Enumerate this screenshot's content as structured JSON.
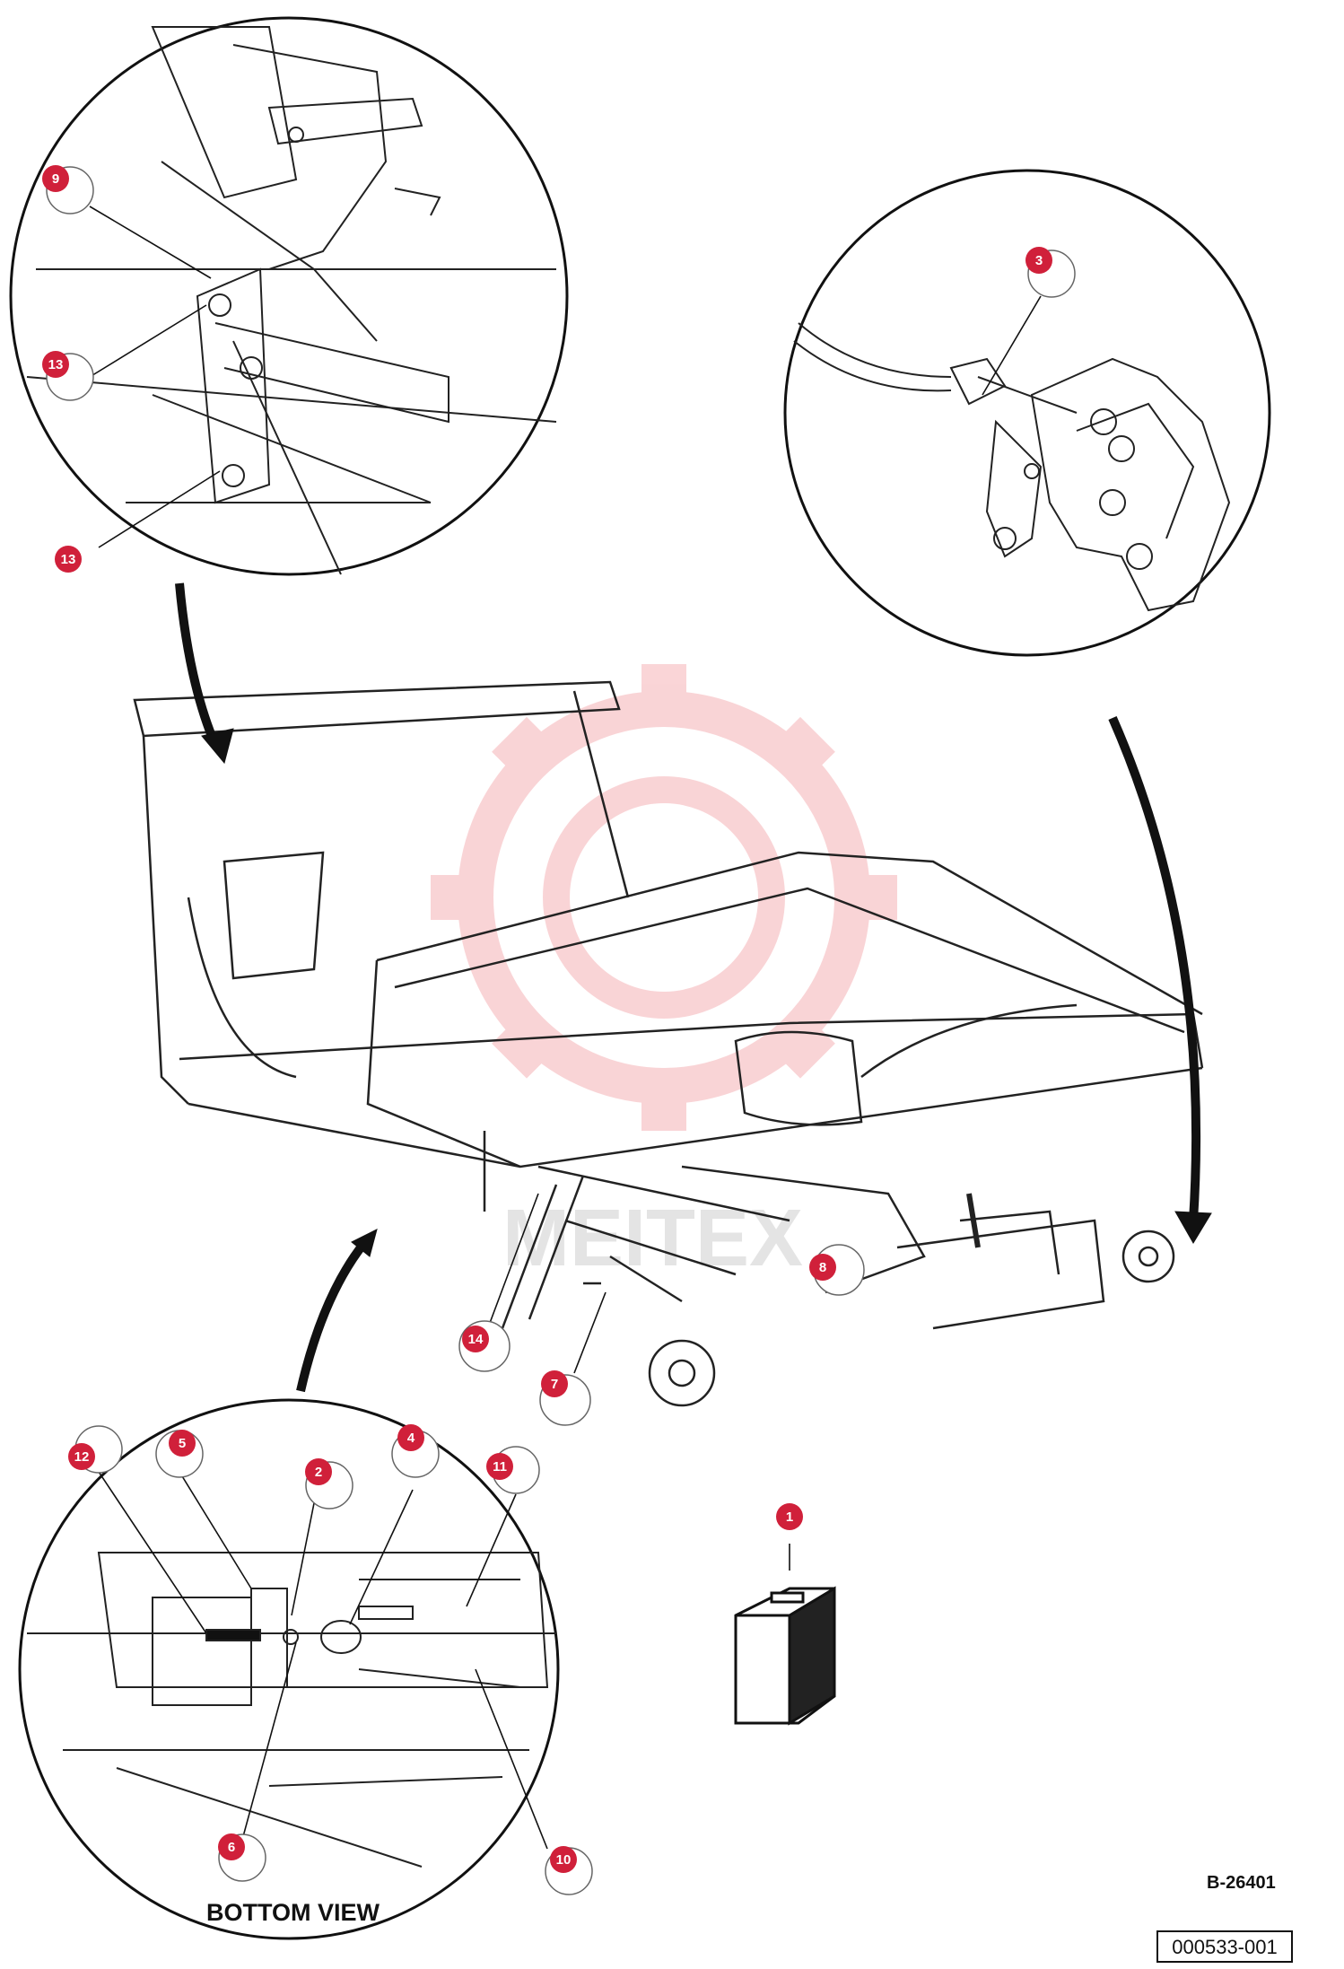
{
  "diagram": {
    "drawing_number": "B-26401",
    "part_number": "000533-001",
    "bottom_view_label": "BOTTOM VIEW",
    "watermark_text": "MEITEX",
    "accent_color": "#d0203a",
    "callouts": [
      "1",
      "2",
      "3",
      "4",
      "5",
      "6",
      "7",
      "8",
      "9",
      "10",
      "11",
      "12",
      "13",
      "13",
      "14"
    ],
    "bubble_numbers": [
      "9",
      "13",
      "3",
      "14",
      "7",
      "5",
      "2",
      "4",
      "6",
      "10"
    ]
  }
}
